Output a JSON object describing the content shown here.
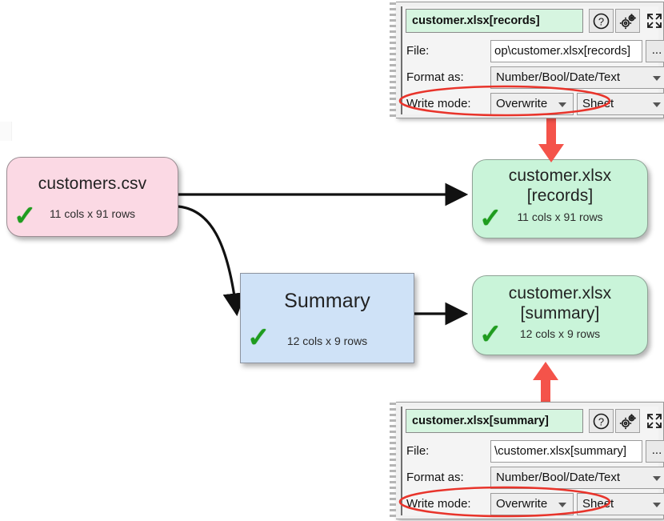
{
  "app": {
    "canvas_background": "#ffffff",
    "annotation_color": "#f0453c"
  },
  "workflow": {
    "nodes": [
      {
        "id": "customers-csv",
        "title": "customers.csv",
        "subtitle": "11 cols x 91 rows",
        "status_icon": "check-icon",
        "color": "#fbd9e4",
        "kind": "input"
      },
      {
        "id": "summary",
        "title": "Summary",
        "subtitle": "12 cols x 9 rows",
        "status_icon": "check-icon",
        "color": "#cfe2f7",
        "kind": "transform"
      },
      {
        "id": "xlsx-records",
        "title_line1": "customer.xlsx",
        "title_line2": "[records]",
        "subtitle": "11 cols x 91 rows",
        "status_icon": "check-icon",
        "color": "#c9f4d9",
        "kind": "output"
      },
      {
        "id": "xlsx-summary",
        "title_line1": "customer.xlsx",
        "title_line2": "[summary]",
        "subtitle": "12 cols x 9 rows",
        "status_icon": "check-icon",
        "color": "#c9f4d9",
        "kind": "output"
      }
    ]
  },
  "panels": [
    {
      "id": "records",
      "title": "customer.xlsx[records]",
      "header_buttons": [
        {
          "name": "help-icon",
          "label": "?"
        },
        {
          "name": "gear-icon",
          "label": ""
        },
        {
          "name": "expand-icon",
          "label": ""
        }
      ],
      "rows": {
        "file": {
          "label": "File:",
          "value": "op\\customer.xlsx[records]",
          "browse_label": "..."
        },
        "format": {
          "label": "Format as:",
          "value": "Number/Bool/Date/Text"
        },
        "write_mode": {
          "label": "Write mode:",
          "value": "Overwrite",
          "target": "Sheet"
        }
      }
    },
    {
      "id": "summary",
      "title": "customer.xlsx[summary]",
      "header_buttons": [
        {
          "name": "help-icon",
          "label": "?"
        },
        {
          "name": "gear-icon",
          "label": ""
        },
        {
          "name": "expand-icon",
          "label": ""
        }
      ],
      "rows": {
        "file": {
          "label": "File:",
          "value": "\\customer.xlsx[summary]",
          "browse_label": "..."
        },
        "format": {
          "label": "Format as:",
          "value": "Number/Bool/Date/Text"
        },
        "write_mode": {
          "label": "Write mode:",
          "value": "Overwrite",
          "target": "Sheet"
        }
      }
    }
  ]
}
